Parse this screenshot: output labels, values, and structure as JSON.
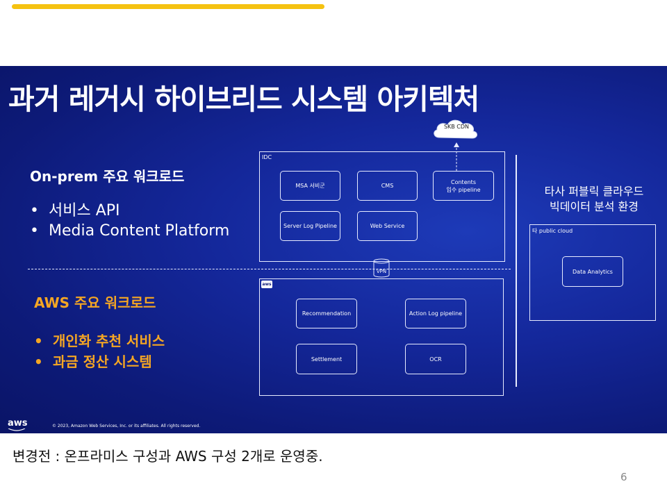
{
  "slide": {
    "title": "과거 레거시 하이브리드 시스템 아키텍처",
    "onprem": {
      "heading": "On-prem 주요 워크로드",
      "items": [
        "서비스 API",
        "Media Content Platform"
      ]
    },
    "aws": {
      "heading": "AWS 주요 워크로드",
      "items": [
        "개인화 추천 서비스",
        "과금 정산 시스템"
      ]
    },
    "public_cloud_heading": [
      "타사 퍼블릭 클라우드",
      "빅데이터 분석 환경"
    ],
    "diagram": {
      "idc_label": "IDC",
      "aws_badge": "aws",
      "public_label": "타 public cloud",
      "cdn_label": "SKB CDN",
      "vpn_label": "VPN",
      "idc_nodes": {
        "msa": "MSA 서비군",
        "cms": "CMS",
        "contents_line1": "Contents",
        "contents_line2": "입수 pipeline",
        "server_log": "Server Log Pipeline",
        "web_service": "Web Service"
      },
      "aws_nodes": {
        "recommendation": "Recommendation",
        "action_log": "Action Log pipeline",
        "settlement": "Settlement",
        "ocr": "OCR"
      },
      "public_nodes": {
        "data_analytics": "Data Analytics"
      }
    },
    "copyright": "© 2023, Amazon Web Services, Inc. or its affiliates. All rights reserved.",
    "logo_text": "aws"
  },
  "caption": "변경전 : 온프라미스 구성과 AWS 구성 2개로 운영중.",
  "page_number": "6",
  "colors": {
    "accent_bar": "#f5c211",
    "slide_bg": "#14279a",
    "aws_text": "#f5a623"
  }
}
